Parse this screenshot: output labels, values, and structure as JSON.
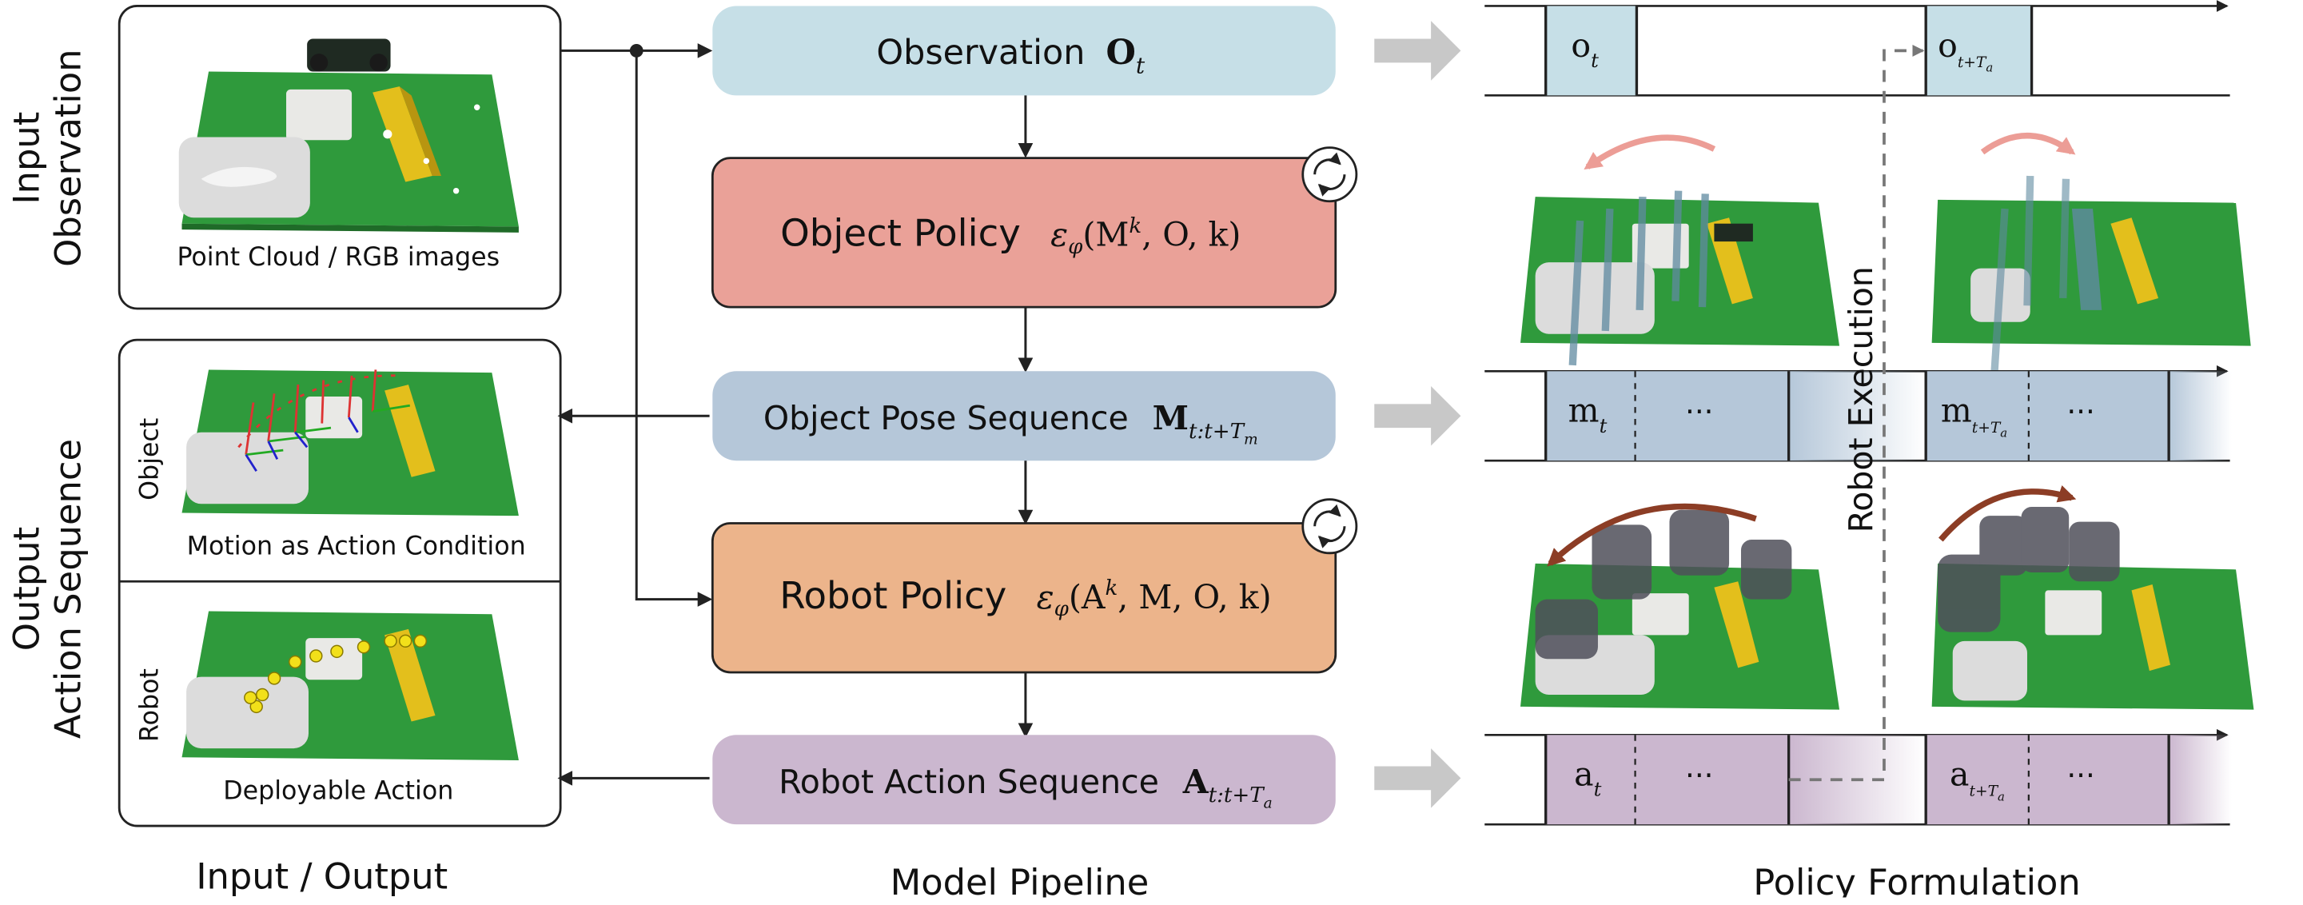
{
  "left": {
    "input_label": [
      "Input",
      "Observation"
    ],
    "output_label": [
      "Output",
      "Action Sequence"
    ],
    "input_caption": "Point Cloud / RGB images",
    "object_side_label": "Object",
    "object_caption": "Motion as Action Condition",
    "robot_side_label": "Robot",
    "robot_caption": "Deployable Action"
  },
  "pipeline": {
    "observation": {
      "label": "Observation",
      "math": "O",
      "sub": "t"
    },
    "object_policy": {
      "label": "Object Policy",
      "math_pre": "ε",
      "math_sub": "φ",
      "math_args": "(M",
      "math_sup": "k",
      "math_rest": ", O, k)"
    },
    "pose_seq": {
      "label": "Object Pose Sequence",
      "math": "M",
      "sub": "t:t+T",
      "subsub": "m"
    },
    "robot_policy": {
      "label": "Robot Policy",
      "math_pre": "ε",
      "math_sub": "φ",
      "math_args": "(A",
      "math_sup": "k",
      "math_rest": ", M, O, k)"
    },
    "action_seq": {
      "label": "Robot Action Sequence",
      "math": "A",
      "sub": "t:t+T",
      "subsub": "a"
    }
  },
  "formulation": {
    "obs_cells": [
      {
        "text": "o",
        "sub": "t"
      },
      {
        "text": "o",
        "sub": "t+T",
        "subsub": "a"
      }
    ],
    "pose_cells": [
      {
        "text": "m",
        "sub": "t"
      },
      {
        "text": "m",
        "sub": "t+T",
        "subsub": "a"
      }
    ],
    "action_cells": [
      {
        "text": "a",
        "sub": "t"
      },
      {
        "text": "a",
        "sub": "t+T",
        "subsub": "a"
      }
    ],
    "ellipsis": "···",
    "robot_execution": "Robot Execution"
  },
  "captions": {
    "left": "Input / Output",
    "middle": "Model Pipeline",
    "right": "Policy Formulation"
  },
  "colors": {
    "observation": "#c6dfe7",
    "object_policy": "#eaa198",
    "pose_seq": "#b5c7d9",
    "robot_policy": "#ecb48b",
    "action_seq": "#cbb7cf",
    "gray_arrow": "#c8c8c8",
    "pink_arrow": "#ec9d96",
    "brown_arrow": "#8c3d25"
  }
}
